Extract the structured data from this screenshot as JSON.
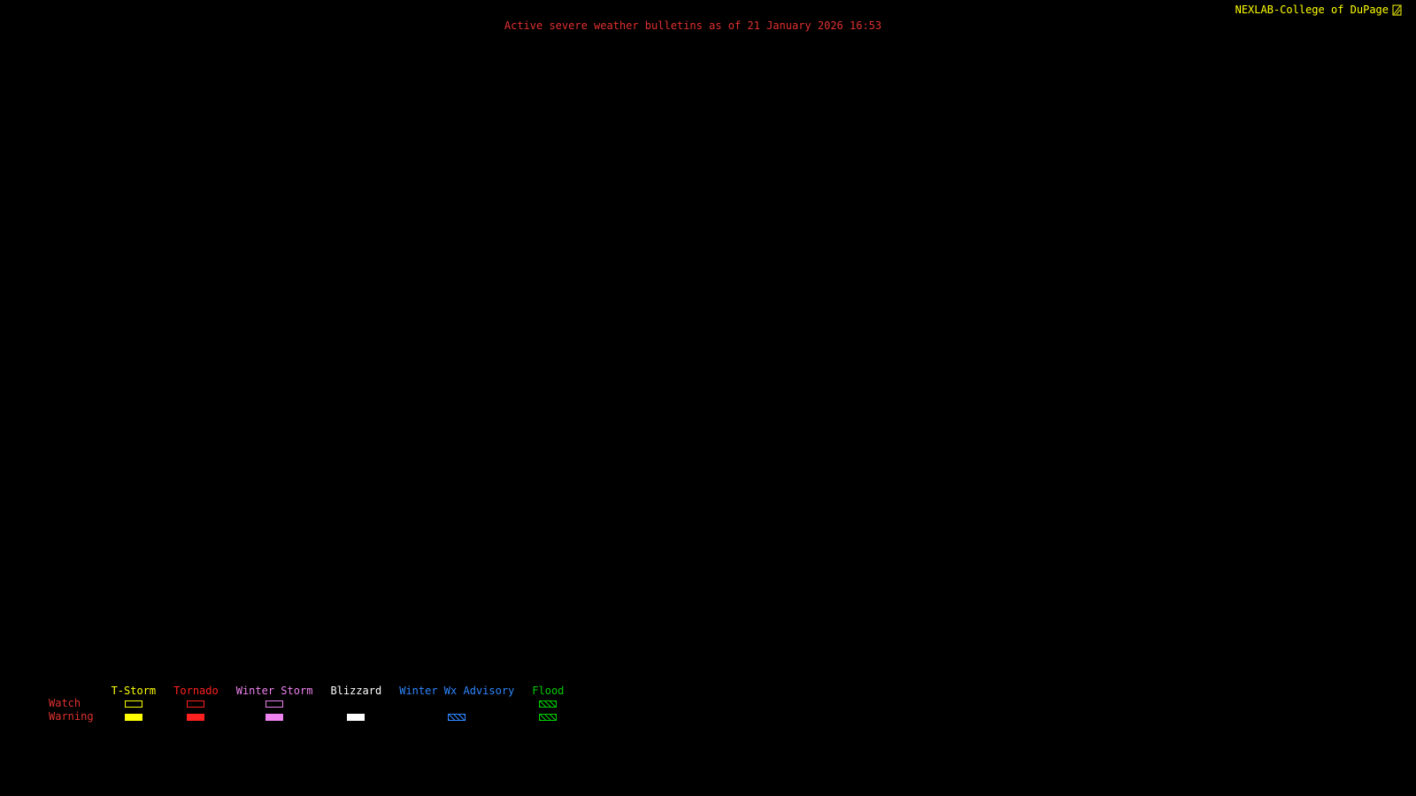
{
  "header": {
    "brand": "NEXLAB-College of DuPage",
    "title": "Active severe weather bulletins as of 21 January 2026 16:53"
  },
  "colors": {
    "brand": "#FFFF00",
    "title": "#E03030",
    "legend_row_labels": "#E03030",
    "background": "#000000"
  },
  "legend": {
    "watch_label": "Watch",
    "warning_label": "Warning",
    "columns": [
      {
        "label": "T-Storm",
        "color": "#FFFF00",
        "watch": "outline",
        "warning": "fill"
      },
      {
        "label": "Tornado",
        "color": "#FF2020",
        "watch": "outline",
        "warning": "fill"
      },
      {
        "label": "Winter Storm",
        "color": "#EE82EE",
        "watch": "outline",
        "warning": "fill"
      },
      {
        "label": "Blizzard",
        "color": "#FFFFFF",
        "watch": "none",
        "warning": "fill"
      },
      {
        "label": "Winter Wx Advisory",
        "color": "#2E86FF",
        "watch": "none",
        "warning": "hatch"
      },
      {
        "label": "Flood",
        "color": "#00CC00",
        "watch": "hatch",
        "warning": "hatch"
      }
    ]
  }
}
